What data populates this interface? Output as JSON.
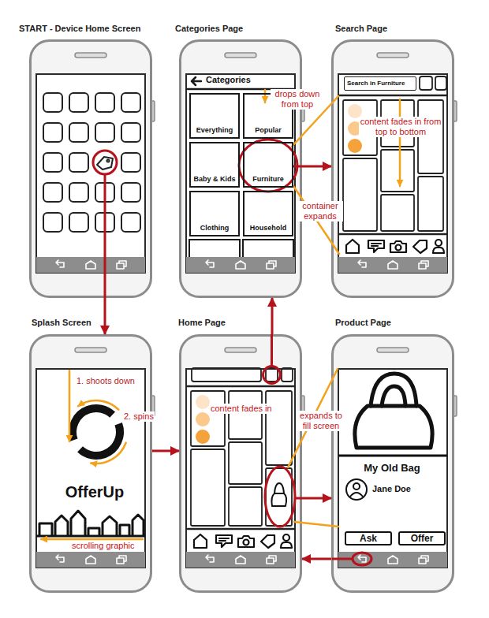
{
  "diagram": {
    "nodes": [
      {
        "text": [
          "START - Device Home Screen"
        ]
      },
      {
        "text": [
          "Categories Page"
        ]
      },
      {
        "text": [
          "Everything"
        ],
        "in": 1
      },
      {
        "text": [
          "Popular"
        ],
        "in": 1
      },
      {
        "text": [
          "Baby & Kids"
        ],
        "in": 1
      },
      {
        "text": [
          "Furniture"
        ],
        "in": 1
      },
      {
        "text": [
          "Clothing"
        ],
        "in": 1
      },
      {
        "text": [
          "Household"
        ],
        "in": 1
      },
      {
        "text": [
          "Search Page"
        ]
      },
      {
        "text": [
          "Search in Furniture"
        ],
        "in": 8
      },
      {
        "text": [
          "Splash Screen"
        ]
      },
      {
        "text": [
          "Home Page"
        ]
      },
      {
        "text": [
          "Product Page"
        ]
      },
      {
        "text": [
          "Ask"
        ],
        "in": 12
      },
      {
        "text": [
          "Offer"
        ],
        "in": 12
      }
    ],
    "edges": [
      {
        "from": 0,
        "to": 10,
        "arrow": "to"
      },
      {
        "from": 10,
        "to": 11,
        "arrow": "to"
      },
      {
        "from": 11,
        "to": 1,
        "arrow": "to"
      },
      {
        "from": 5,
        "to": 8,
        "arrow": "to"
      },
      {
        "from": 11,
        "to": 12,
        "arrow": "to"
      },
      {
        "from": 12,
        "to": 11,
        "arrow": "to"
      }
    ],
    "labels": [
      "Categories",
      "drops down from top",
      "content fades in from top to bottom",
      "container expands",
      "1. shoots down",
      "2. spins",
      "OfferUp",
      "scrolling graphic",
      "content fades in",
      "expands to fill screen",
      "My Old Bag",
      "Jane Doe"
    ]
  }
}
